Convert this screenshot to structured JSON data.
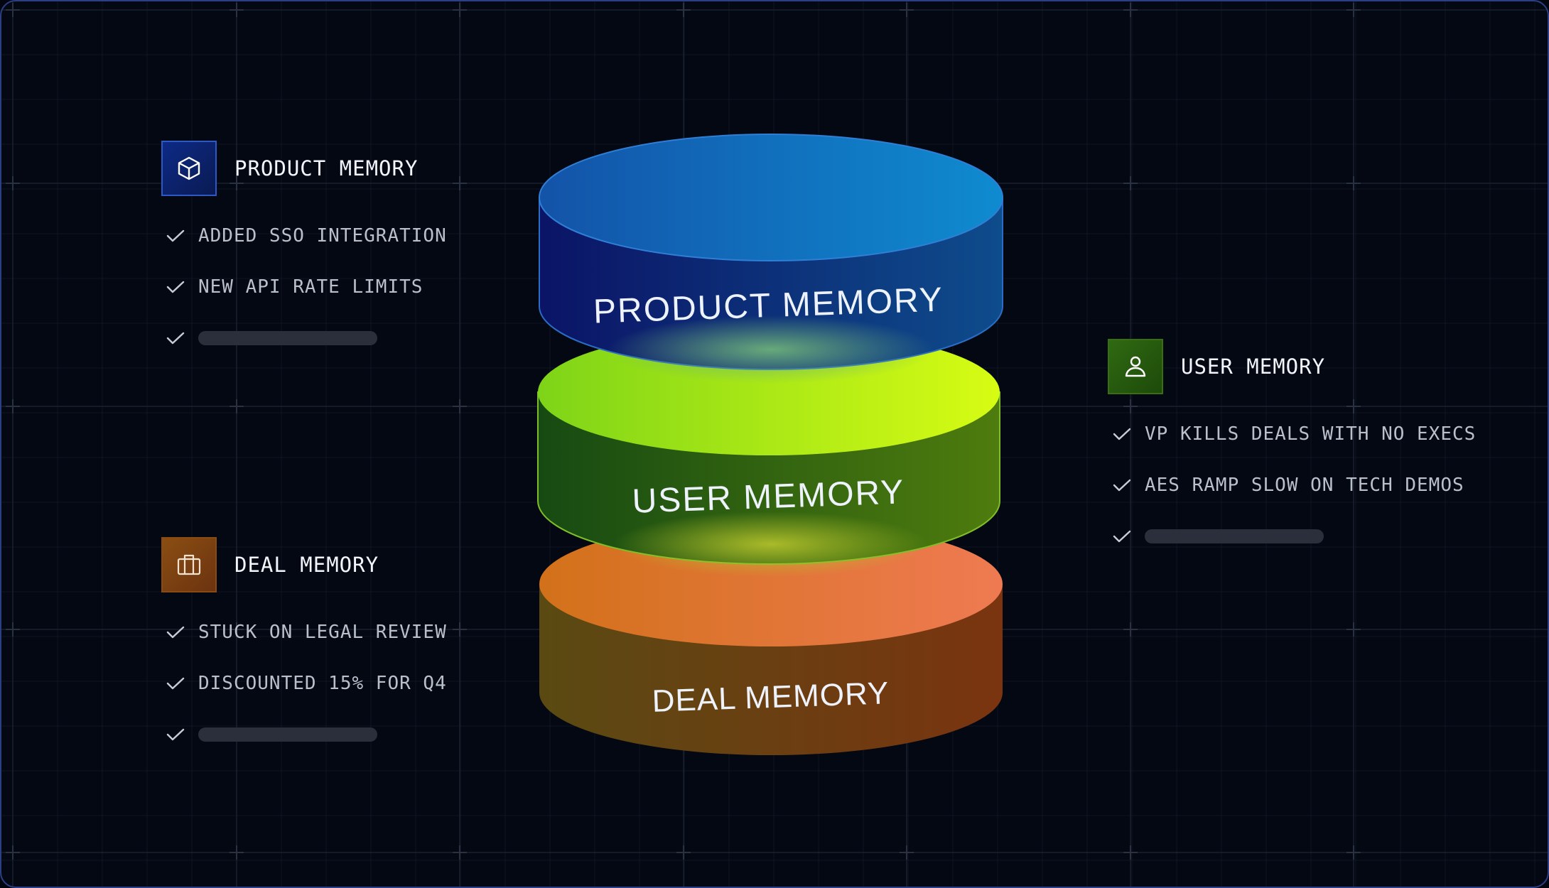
{
  "stack_layers": [
    {
      "label": "PRODUCT MEMORY",
      "color": "#1565c0"
    },
    {
      "label": "USER MEMORY",
      "color": "#a4e014"
    },
    {
      "label": "DEAL MEMORY",
      "color": "#e8702a"
    }
  ],
  "product_panel": {
    "title": "PRODUCT MEMORY",
    "icon": "cube-icon",
    "items": [
      "ADDED SSO INTEGRATION",
      "NEW API RATE LIMITS"
    ]
  },
  "user_panel": {
    "title": "USER MEMORY",
    "icon": "person-icon",
    "items": [
      "VP KILLS DEALS WITH NO EXECS",
      "AES RAMP SLOW ON TECH DEMOS"
    ]
  },
  "deal_panel": {
    "title": "DEAL MEMORY",
    "icon": "briefcase-icon",
    "items": [
      "STUCK ON LEGAL REVIEW",
      "DISCOUNTED 15% FOR Q4"
    ]
  },
  "colors": {
    "background": "#040812",
    "frame_border": "#2b3f86",
    "product": "#1565c0",
    "user": "#a4e014",
    "deal": "#e8702a"
  }
}
